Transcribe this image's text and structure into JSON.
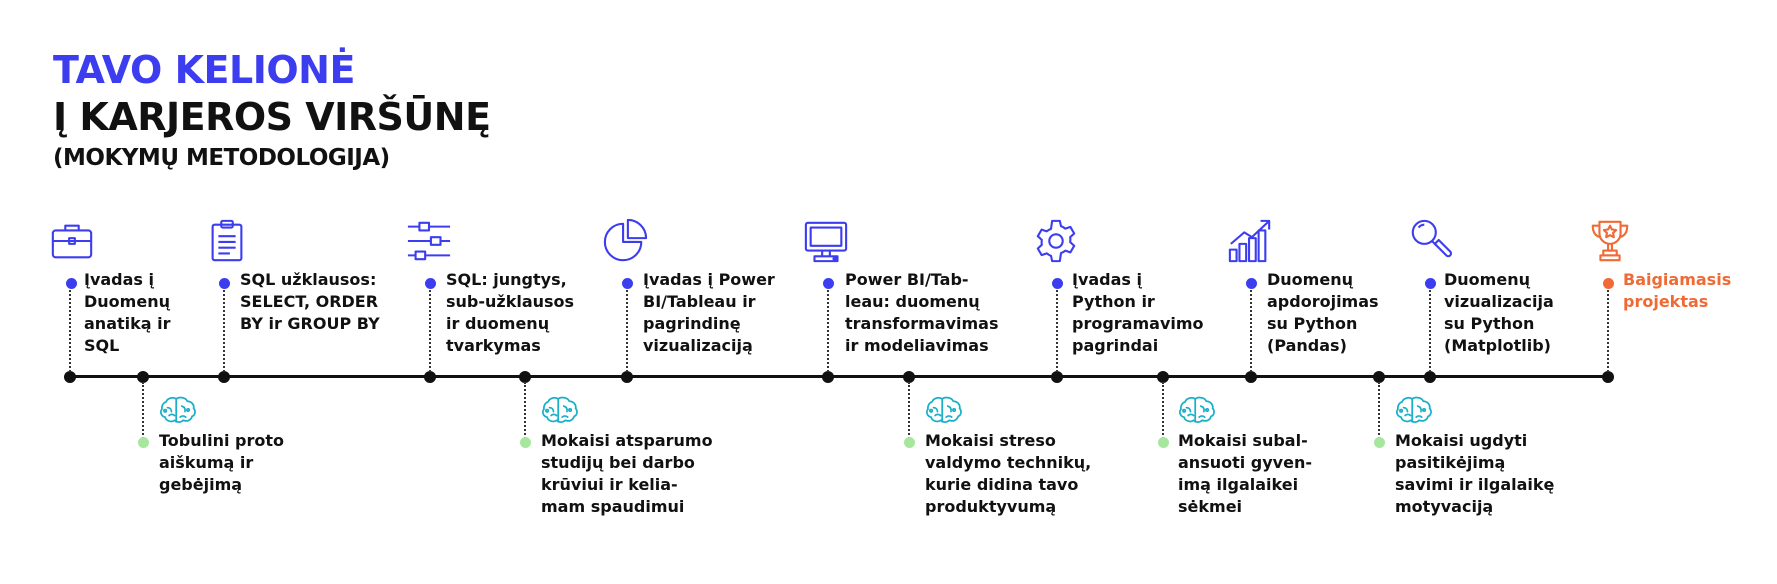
{
  "header": {
    "title_line1": "TAVO KELIONĖ",
    "title_line2": "Į KARJEROS VIRŠŪNĘ",
    "title_line3": "(MOKYMŲ METODOLOGIJA)"
  },
  "colors": {
    "accent_blue": "#3d3df0",
    "accent_teal": "#18b0c8",
    "accent_green": "#a8e6a0",
    "accent_orange": "#f06a35",
    "line": "#111111"
  },
  "steps": [
    {
      "icon": "briefcase-icon",
      "label": "Įvadas į\nDuomenų\nanatiką ir\nSQL"
    },
    {
      "icon": "clipboard-icon",
      "label": "SQL užklausos:\nSELECT, ORDER\nBY ir GROUP BY"
    },
    {
      "icon": "sliders-icon",
      "label": "SQL: jungtys,\nsub-užklausos\nir duomenų\ntvarkymas"
    },
    {
      "icon": "pie-chart-icon",
      "label": "Įvadas į Power\nBI/Tableau ir\npagrindinę\nvizualizaciją"
    },
    {
      "icon": "monitor-icon",
      "label": "Power BI/Tab-\nleau: duomenų\ntransformavimas\nir modeliavimas"
    },
    {
      "icon": "gear-icon",
      "label": "Įvadas  į\nPython ir\nprogramavimo\npagrindai"
    },
    {
      "icon": "growth-chart-icon",
      "label": "Duomenų\napdorojimas\nsu Python\n(Pandas)"
    },
    {
      "icon": "magnifier-icon",
      "label": "Duomenų\nvizualizacija\nsu Python\n(Matplotlib)"
    },
    {
      "icon": "trophy-icon",
      "label": "Baigiamasis\nprojektas"
    }
  ],
  "skills": [
    {
      "icon": "brain-icon",
      "label": "Tobulini proto\naiškumą ir\ngebėjimą"
    },
    {
      "icon": "brain-icon",
      "label": "Mokaisi atsparumo\nstudijų bei darbo\nkrūviui ir kelia-\nmam spaudimui"
    },
    {
      "icon": "brain-icon",
      "label": "Mokaisi streso\nvaldymo technikų,\nkurie didina tavo\nproduktyvumą"
    },
    {
      "icon": "brain-icon",
      "label": "Mokaisi subal-\nansuoti gyven-\nimą ilgalaikei\nsėkmei"
    },
    {
      "icon": "brain-icon",
      "label": "Mokaisi ugdyti\npasitikėjimą\nsavimi ir ilgalaikę\nmotyvaciją"
    }
  ]
}
